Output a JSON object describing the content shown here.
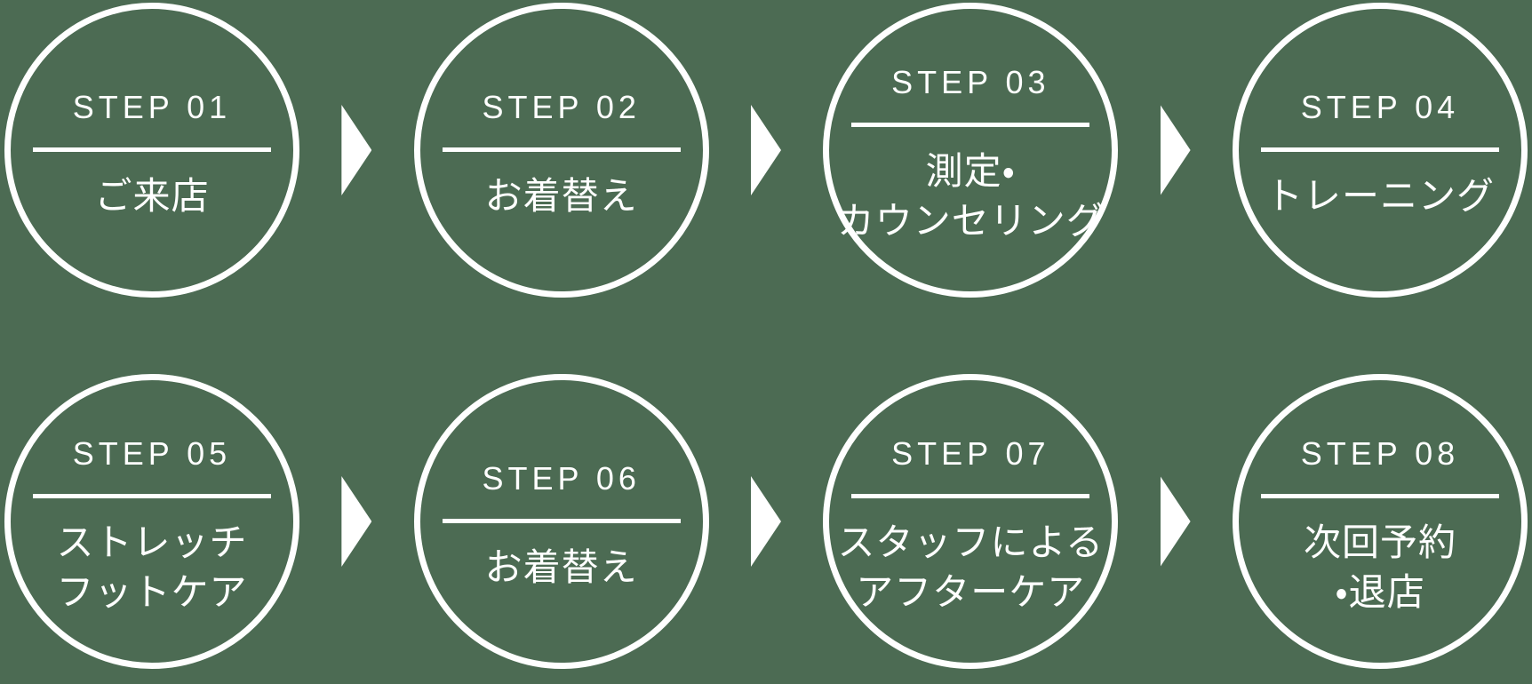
{
  "diagram": {
    "type": "process-flow",
    "rows": 2,
    "steps_per_row": 4
  },
  "colors": {
    "background": "#4c6b53",
    "foreground": "#ffffff"
  },
  "icons": {
    "arrow": "triangle-right"
  },
  "steps": [
    {
      "label": "STEP 01",
      "title_lines": [
        "ご来店"
      ]
    },
    {
      "label": "STEP 02",
      "title_lines": [
        "お着替え"
      ]
    },
    {
      "label": "STEP 03",
      "title_lines": [
        "測定・",
        "カウンセリング"
      ]
    },
    {
      "label": "STEP 04",
      "title_lines": [
        "トレーニング"
      ]
    },
    {
      "label": "STEP 05",
      "title_lines": [
        "ストレッチ",
        "フットケア"
      ]
    },
    {
      "label": "STEP 06",
      "title_lines": [
        "お着替え"
      ]
    },
    {
      "label": "STEP 07",
      "title_lines": [
        "スタッフによる",
        "アフターケア"
      ]
    },
    {
      "label": "STEP 08",
      "title_lines": [
        "次回予約",
        "・退店"
      ]
    }
  ]
}
